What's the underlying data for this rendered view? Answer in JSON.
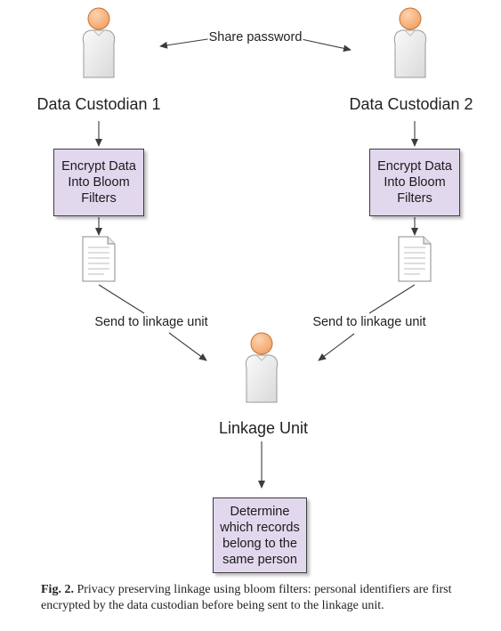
{
  "colors": {
    "person_head": "#f3a060",
    "person_head_light": "#fbd3b0",
    "person_body": "#e9e9e9",
    "box_fill": "#e2d8ee",
    "box_border": "#3c3c3c",
    "arrow": "#3c3c3c"
  },
  "nodes": {
    "custodian1": "Data Custodian 1",
    "custodian2": "Data Custodian 2",
    "linkage_unit": "Linkage Unit",
    "encrypt1": "Encrypt Data Into Bloom Filters",
    "encrypt2": "Encrypt Data Into Bloom Filters",
    "determine": "Determine which records belong to the same person"
  },
  "edges": {
    "share_password": "Share password",
    "send_left": "Send to linkage unit",
    "send_right": "Send to linkage unit"
  },
  "icons": [
    "person-icon",
    "document-icon"
  ],
  "caption": {
    "label": "Fig. 2.",
    "text": "Privacy preserving linkage using bloom filters: personal identifiers are first encrypted by the data custodian before being sent to the linkage unit."
  }
}
